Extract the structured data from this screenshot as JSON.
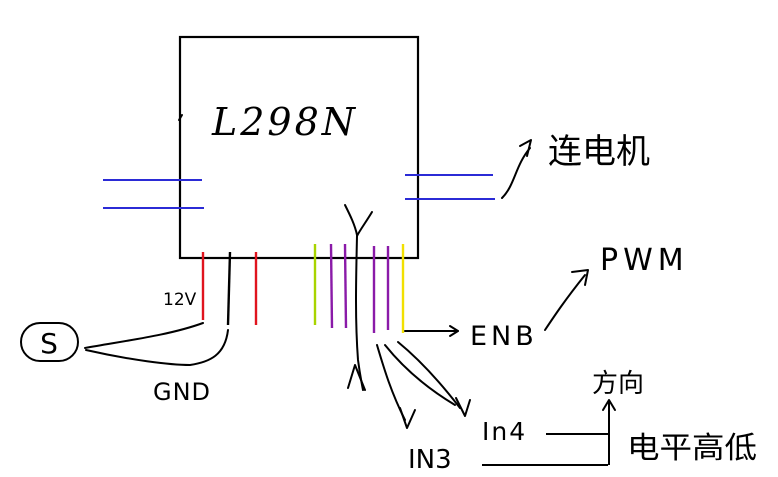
{
  "chip_label": "L298N",
  "motor_label": "连电机",
  "voltage_label": "12V",
  "ground_label": "GND",
  "power_symbol": "S",
  "enable_label": "ENB",
  "pwm_label": "PWM",
  "in3_label": "IN3",
  "in4_label": "In4",
  "direction_label": "方向",
  "level_label": "电平高低",
  "colors": {
    "motor_lines": "#2b2bd6",
    "power_12v": "#e0141e",
    "ground": "#000000",
    "ena_pin": "#a8d400",
    "input_pins": "#8a1aa8",
    "enb_pin": "#f2e000"
  }
}
